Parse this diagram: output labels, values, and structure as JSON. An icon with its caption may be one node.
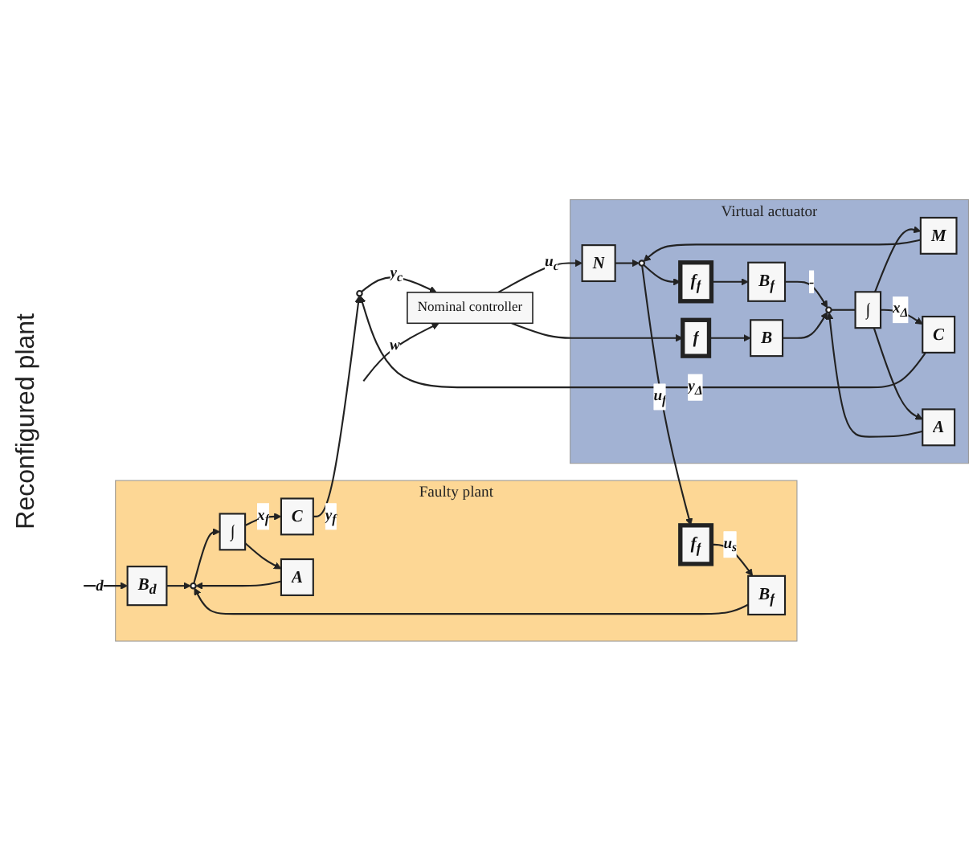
{
  "diagram": {
    "nodes": [
      {
        "text": [
          "Faulty plant"
        ]
      },
      {
        "text": [
          "B$_{d}$"
        ],
        "in": 0
      },
      {
        "text": [
          "f$_{f}$"
        ],
        "in": 0
      },
      {
        "text": [
          "B$_{f}$"
        ],
        "in": 0
      },
      {
        "text": [],
        "shape": "circle",
        "in": 0
      },
      {
        "text": [
          "∫"
        ],
        "in": 0
      },
      {
        "text": [
          "C"
        ],
        "in": 0
      },
      {
        "text": [
          "A"
        ],
        "in": 0
      },
      {
        "text": [
          "Virtual actuator"
        ]
      },
      {
        "text": [
          "f$_{f}$"
        ],
        "in": 8
      },
      {
        "text": [
          "B$_{f}$"
        ],
        "in": 8
      },
      {
        "text": [],
        "shape": "circle",
        "in": 8
      },
      {
        "text": [
          "M"
        ],
        "in": 8
      },
      {
        "text": [
          "N"
        ],
        "in": 8
      },
      {
        "text": [
          "f"
        ],
        "in": 8
      },
      {
        "text": [
          "B"
        ],
        "in": 8
      },
      {
        "text": [],
        "shape": "circle",
        "in": 8
      },
      {
        "text": [
          "∫"
        ],
        "in": 8
      },
      {
        "text": [
          "C"
        ],
        "in": 8
      },
      {
        "text": [
          "A"
        ],
        "in": 8
      },
      {
        "text": [],
        "shape": "circle"
      },
      {
        "text": [
          "Nominal controller"
        ]
      }
    ],
    "edges": [
      {
        "from": null,
        "to": 1,
        "arrow": "to",
        "label": "d"
      },
      {
        "from": 1,
        "to": 4,
        "arrow": "to"
      },
      {
        "from": 11,
        "to": 2,
        "arrow": "to",
        "label": "u$_{f}$"
      },
      {
        "from": 2,
        "to": 3,
        "arrow": "to",
        "label": "u$_{s}$"
      },
      {
        "from": 3,
        "to": 4,
        "arrow": "to"
      },
      {
        "from": 4,
        "to": 5,
        "arrow": "to"
      },
      {
        "from": 5,
        "to": 6,
        "arrow": "to",
        "label": "x$_{f}$"
      },
      {
        "from": 5,
        "to": 7,
        "arrow": "to"
      },
      {
        "from": 7,
        "to": 4,
        "arrow": "to"
      },
      {
        "from": 6,
        "to": 20,
        "arrow": "to",
        "label": "y$_{f}$"
      },
      {
        "from": 11,
        "to": 9,
        "arrow": "to"
      },
      {
        "from": 9,
        "to": 10,
        "arrow": "to"
      },
      {
        "from": 10,
        "to": 16,
        "arrow": "to",
        "label": "-"
      },
      {
        "from": 12,
        "to": 11,
        "arrow": "to"
      },
      {
        "from": 13,
        "to": 11,
        "arrow": "to"
      },
      {
        "from": 14,
        "to": 15,
        "arrow": "to"
      },
      {
        "from": 15,
        "to": 16,
        "arrow": "to"
      },
      {
        "from": 16,
        "to": 17,
        "arrow": "none"
      },
      {
        "from": 17,
        "to": 18,
        "arrow": "to",
        "label": "x$_{Δ}$"
      },
      {
        "from": 17,
        "to": 19,
        "arrow": "to"
      },
      {
        "from": 17,
        "to": 12,
        "arrow": "to"
      },
      {
        "from": 19,
        "to": 16,
        "arrow": "to"
      },
      {
        "from": 18,
        "to": 20,
        "arrow": "to",
        "label": "y$_{Δ}$"
      },
      {
        "from": 20,
        "to": 21,
        "arrow": "to",
        "label": "y$_{c}$"
      },
      {
        "from": null,
        "to": 21,
        "arrow": "to",
        "label": "w"
      },
      {
        "from": 21,
        "to": 13,
        "arrow": "to",
        "label": "u$_{c}$"
      },
      {
        "from": 21,
        "to": 14,
        "arrow": "to"
      }
    ],
    "labels": [
      "Reconfigured plant"
    ]
  }
}
